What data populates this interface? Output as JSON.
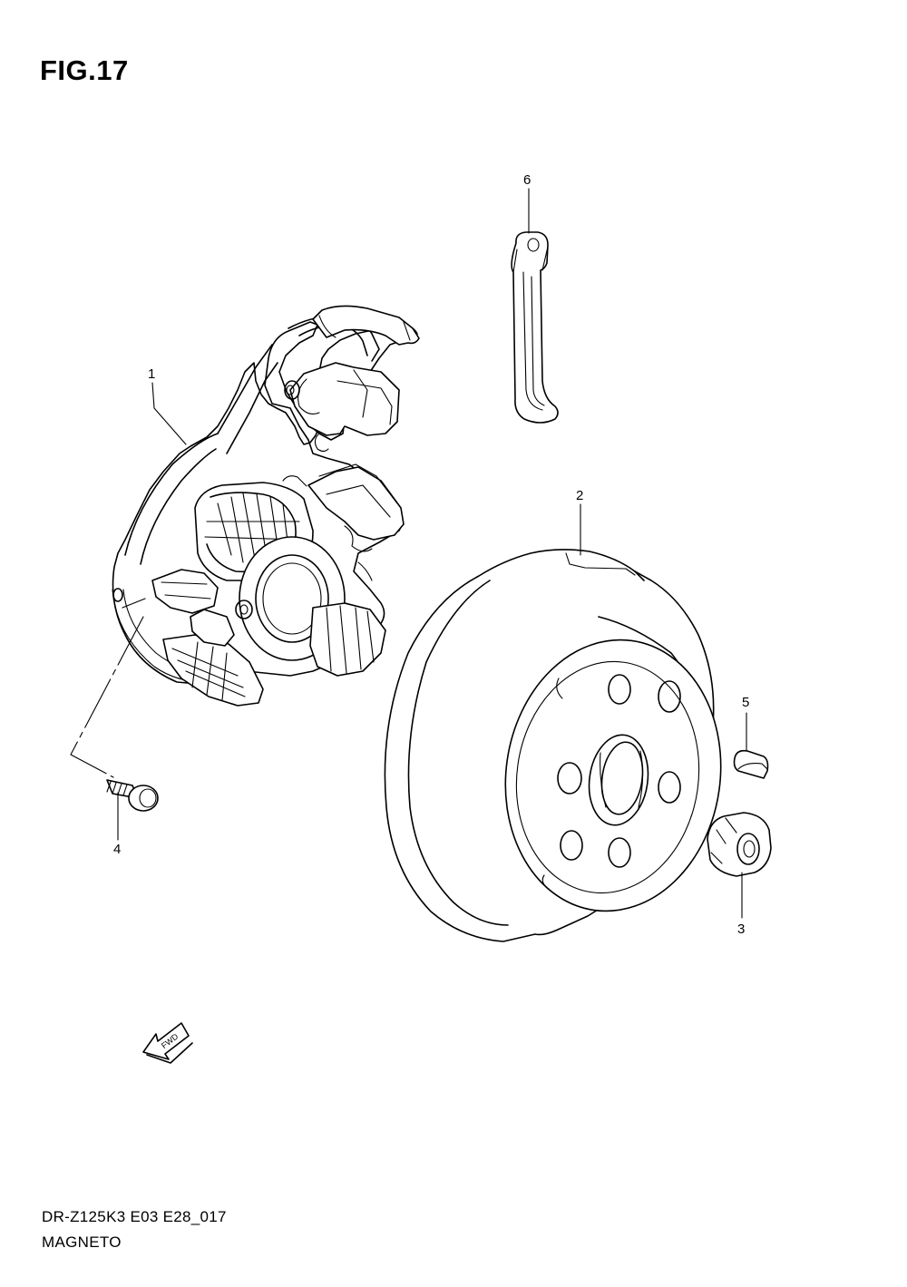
{
  "figure": {
    "title": "FIG.17"
  },
  "callouts": [
    {
      "id": "1",
      "label": "1"
    },
    {
      "id": "2",
      "label": "2"
    },
    {
      "id": "3",
      "label": "3"
    },
    {
      "id": "4",
      "label": "4"
    },
    {
      "id": "5",
      "label": "5"
    },
    {
      "id": "6",
      "label": "6"
    }
  ],
  "fwd_arrow": {
    "label": "FWD"
  },
  "footer": {
    "model_code": "DR-Z125K3 E03 E28_017",
    "section_name": "MAGNETO"
  }
}
